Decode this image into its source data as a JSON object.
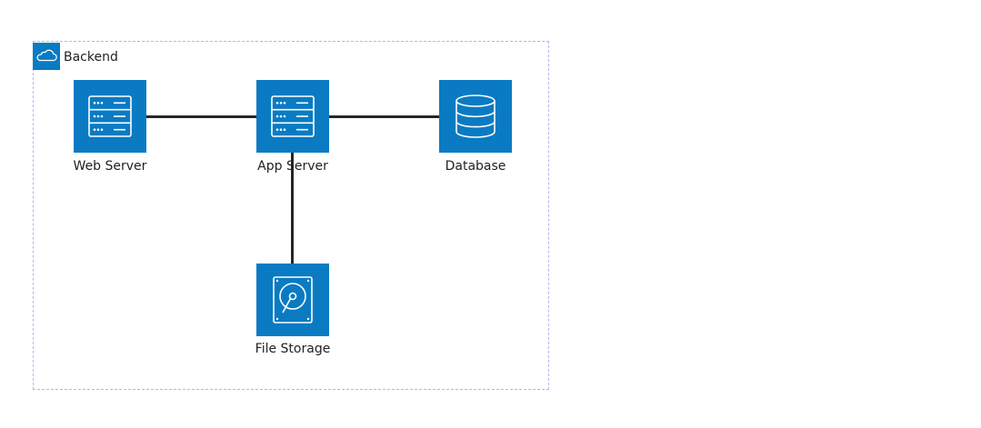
{
  "colors": {
    "node_fill": "#0a7bc2",
    "icon_stroke": "#ffffff",
    "edge": "#262626",
    "group_border": "#b8b4ec",
    "label_text": "#222222"
  },
  "group": {
    "title": "Backend",
    "icon": "cloud-icon"
  },
  "nodes": [
    {
      "id": "web",
      "label": "Web Server",
      "icon": "server-icon"
    },
    {
      "id": "app",
      "label": "App Server",
      "icon": "server-icon"
    },
    {
      "id": "db",
      "label": "Database",
      "icon": "database-icon"
    },
    {
      "id": "storage",
      "label": "File Storage",
      "icon": "hard-disk-icon"
    }
  ],
  "edges": [
    {
      "from": "web",
      "to": "app"
    },
    {
      "from": "app",
      "to": "db"
    },
    {
      "from": "app",
      "to": "storage"
    }
  ]
}
